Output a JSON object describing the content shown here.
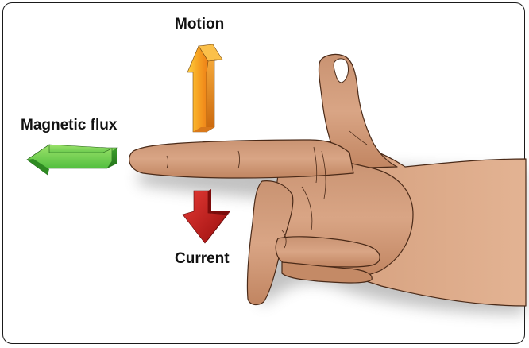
{
  "labels": {
    "motion": "Motion",
    "magnetic_flux": "Magnetic flux",
    "current": "Current"
  },
  "colors": {
    "motion_arrow": "#f5a020",
    "flux_arrow": "#3cb83a",
    "current_arrow": "#c41a1a",
    "skin": "#d7a07a",
    "frame": "#1a1a1a"
  }
}
